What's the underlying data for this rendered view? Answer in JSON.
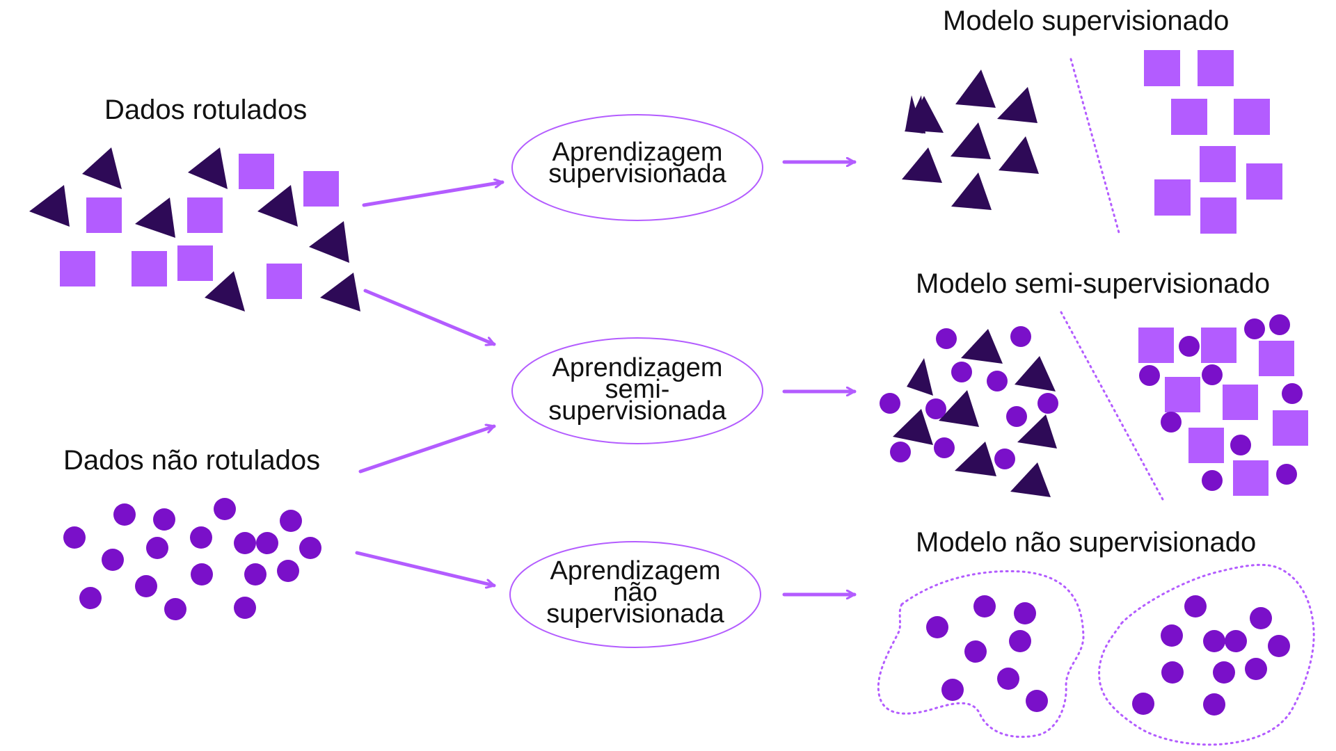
{
  "labels": {
    "labeled_data": "Dados rotulados",
    "unlabeled_data": "Dados não rotulados",
    "supervised_model": "Modelo supervisionado",
    "semi_supervised_model": "Modelo semi-supervisionado",
    "unsupervised_model": "Modelo não supervisionado"
  },
  "process_nodes": {
    "supervised": [
      "Aprendizagem",
      "supervisionada"
    ],
    "semi_supervised": [
      "Aprendizagem",
      "semi-",
      "supervisionada"
    ],
    "unsupervised": [
      "Aprendizagem",
      "não",
      "supervisionada"
    ]
  },
  "colors": {
    "triangle": "#2e0a57",
    "square": "#b35cff",
    "circle": "#7a10c9",
    "arrow": "#b35cff",
    "oval_stroke": "#b35cff",
    "divider": "#b35cff",
    "cluster_outline": "#b35cff"
  }
}
